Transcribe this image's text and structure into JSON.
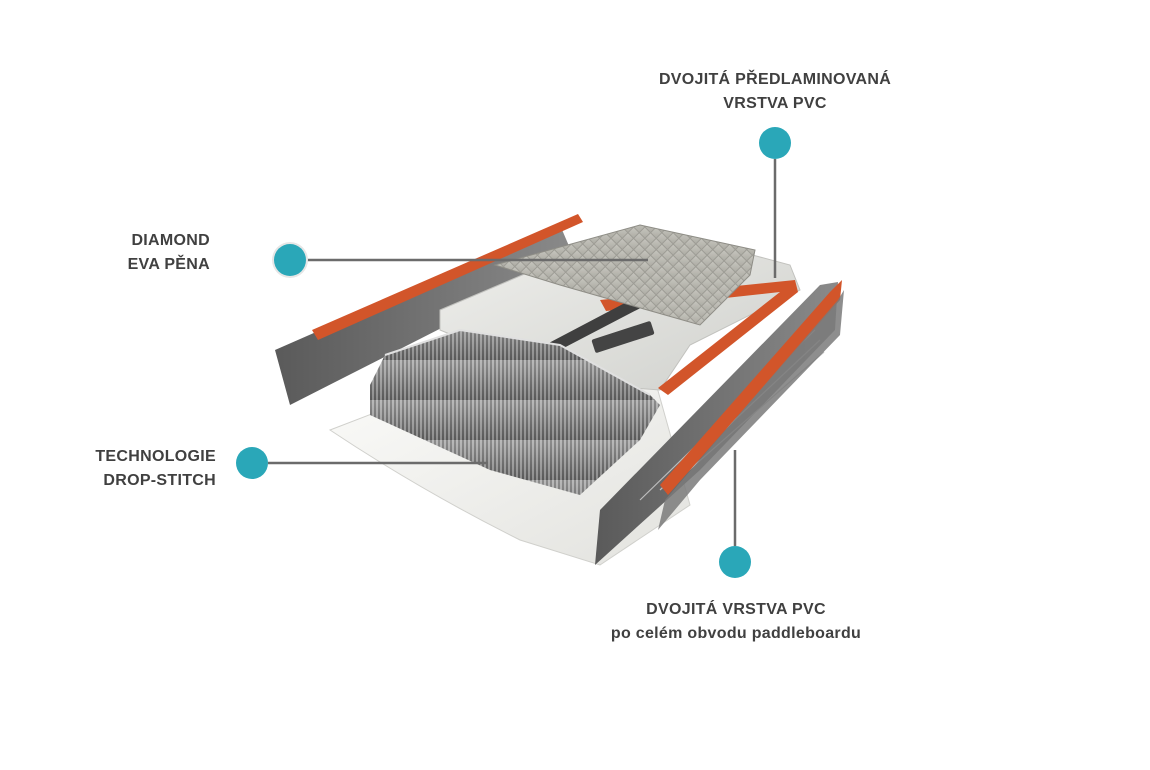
{
  "callouts": {
    "pvc_top": {
      "line1": "DVOJITÁ PŘEDLAMINOVANÁ",
      "line2": "VRSTVA PVC"
    },
    "eva": {
      "line1": "DIAMOND",
      "line2": "EVA PĚNA"
    },
    "dropstitch": {
      "line1": "TECHNOLOGIE",
      "line2": "DROP-STITCH"
    },
    "pvc_bottom": {
      "line1": "DVOJITÁ VRSTVA PVC",
      "line2": "po celém obvodu paddleboardu"
    }
  },
  "colors": {
    "accent_dot": "#2aa7b8",
    "label_text": "#404040",
    "leader_line": "#6b6b6b",
    "rail_orange": "#d2552a",
    "rail_gray": "#6e6e6e",
    "deck_light": "#e9e9e6"
  },
  "icons": {
    "callout_marker": "teal-circle"
  }
}
